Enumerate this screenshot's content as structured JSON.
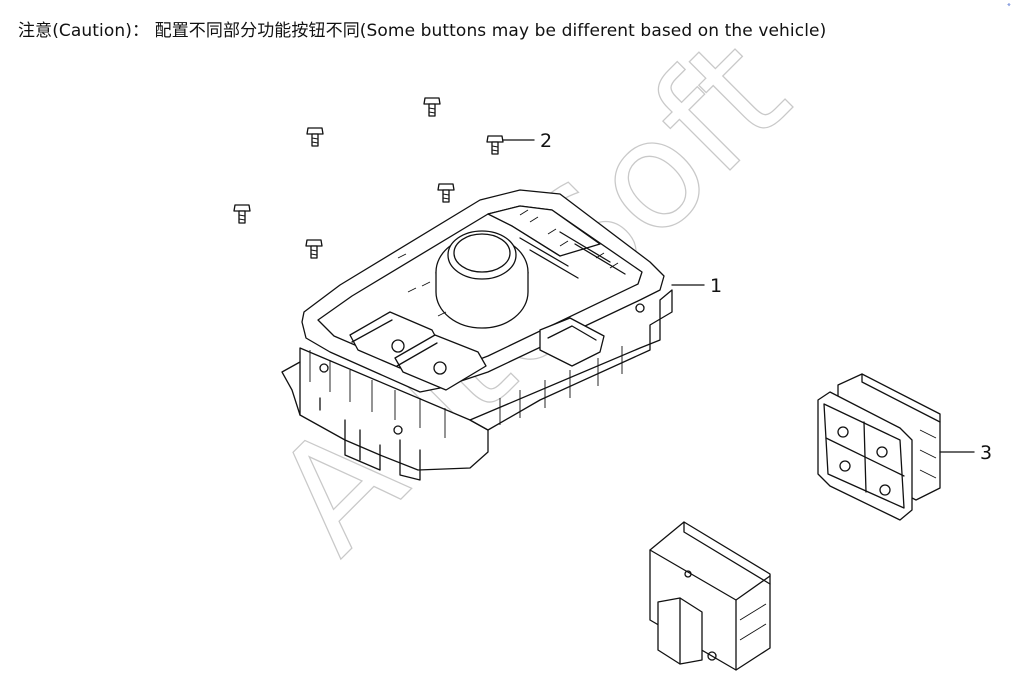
{
  "caption": "注意(Caution)： 配置不同部分功能按钮不同(Some buttons may be different based on the vehicle)",
  "watermark": "AutoSoft",
  "corner_mark": "*",
  "callouts": [
    {
      "id": "1",
      "label": "1"
    },
    {
      "id": "2",
      "label": "2"
    },
    {
      "id": "3",
      "label": "3"
    }
  ],
  "colors": {
    "line": "#111111",
    "watermark": "#c9c9c9",
    "background": "#ffffff"
  }
}
